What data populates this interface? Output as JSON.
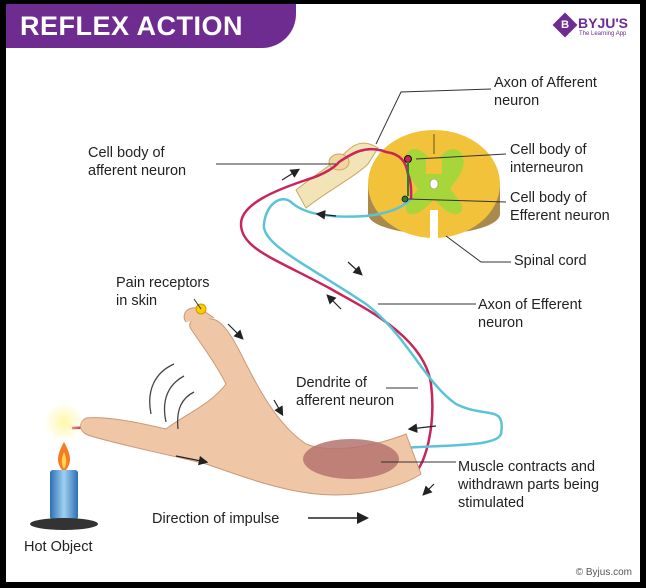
{
  "title": "REFLEX ACTION",
  "logo": {
    "mark": "B",
    "name": "BYJU'S",
    "tagline": "The Learning App"
  },
  "labels": {
    "axon_afferent": "Axon of Afferent\nneuron",
    "cell_body_afferent": "Cell body of\nafferent neuron",
    "cell_body_interneuron": "Cell body of\ninterneuron",
    "cell_body_efferent": "Cell body of\nEfferent neuron",
    "spinal_cord": "Spinal cord",
    "pain_receptors": "Pain receptors\nin skin",
    "axon_efferent": "Axon of Efferent\nneuron",
    "dendrite_afferent": "Dendrite of\nafferent neuron",
    "muscle_contracts": "Muscle contracts and\nwithdrawn parts being\nstimulated",
    "direction_impulse": "Direction of impulse",
    "hot_object": "Hot Object"
  },
  "copyright": "© Byjus.com",
  "colors": {
    "banner": "#6e2c91",
    "afferent_nerve": "#c8255a",
    "efferent_nerve": "#5bc3d8",
    "grey_matter": "#a7d63a",
    "white_matter": "#f2c23a",
    "skin": "#f0c7a6"
  }
}
